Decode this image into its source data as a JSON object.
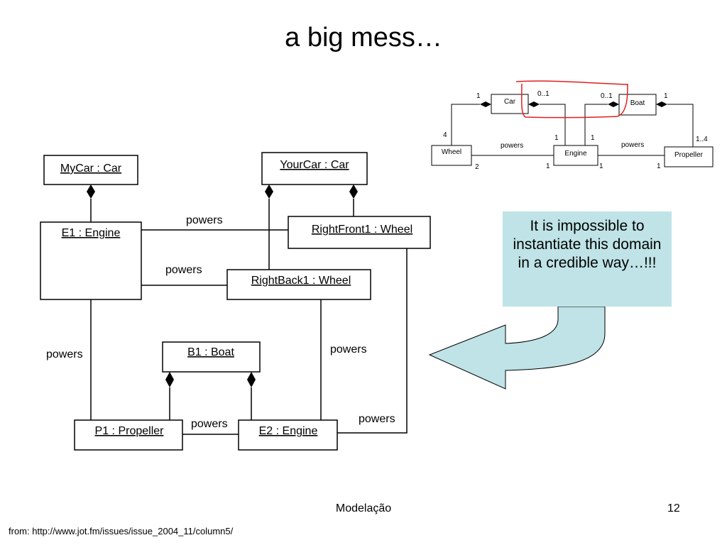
{
  "slide": {
    "title": "a big mess…",
    "footer_center": "Modelação",
    "page_number": "12",
    "source": "from: http://www.jot.fm/issues/issue_2004_11/column5/"
  },
  "callout": {
    "text": "It is impossible to instantiate this domain in a credible way…!!!"
  },
  "class_diagram": {
    "classes": [
      "Car",
      "Boat",
      "Wheel",
      "Engine",
      "Propeller"
    ],
    "multiplicities": [
      "1",
      "0..1",
      "0..1",
      "1",
      "4",
      "1",
      "1",
      "1..4",
      "2",
      "1",
      "1",
      "1"
    ],
    "assoc_labels": [
      "powers",
      "powers"
    ]
  },
  "object_diagram": {
    "objects": [
      "MyCar : Car",
      "YourCar : Car",
      "E1 : Engine",
      "RightFront1 : Wheel",
      "RightBack1 : Wheel",
      "B1 : Boat",
      "P1 : Propeller",
      "E2 : Engine"
    ],
    "link_labels": [
      "powers",
      "powers",
      "powers",
      "powers",
      "powers",
      "powers"
    ]
  }
}
